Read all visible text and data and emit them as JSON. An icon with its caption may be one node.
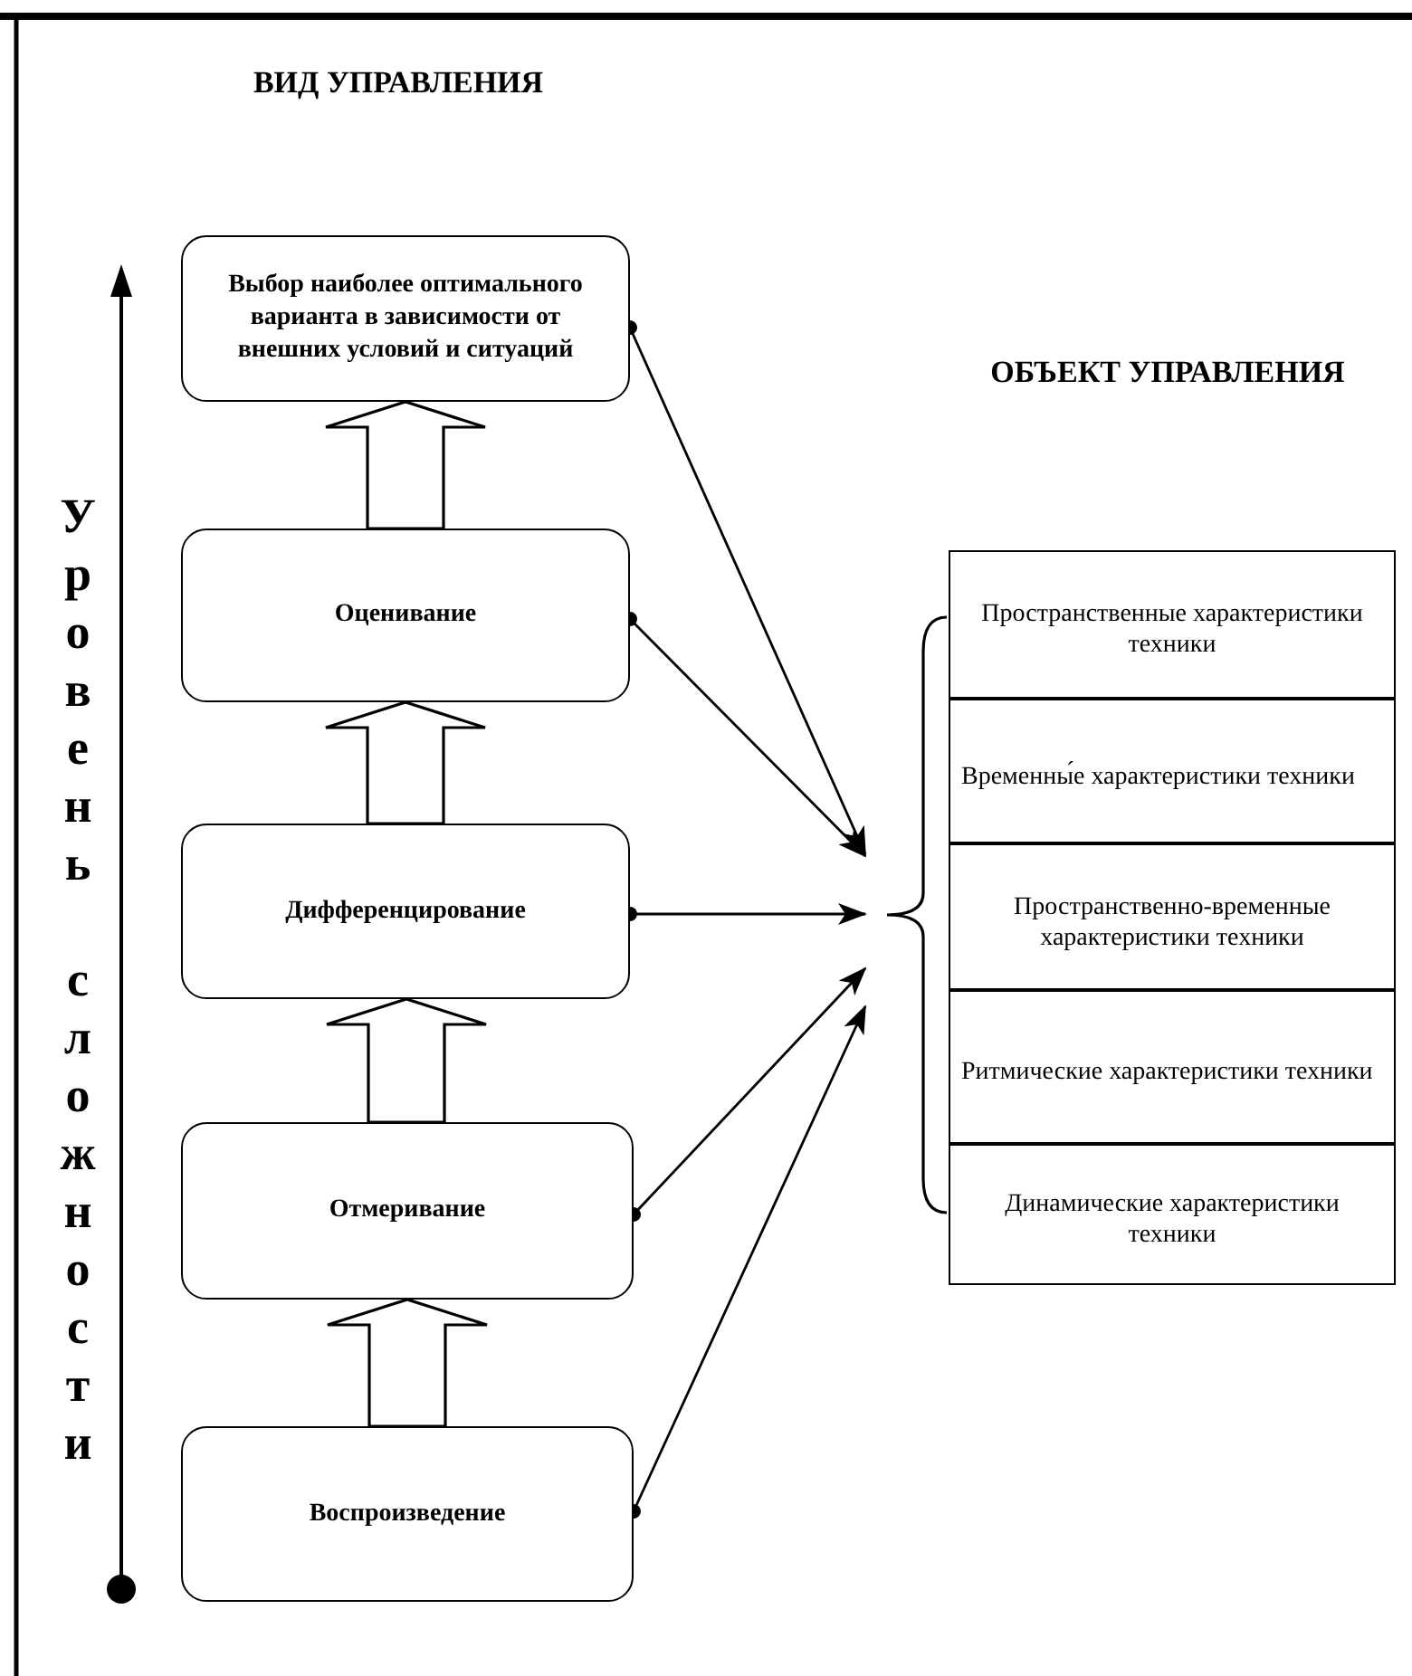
{
  "diagram": {
    "nodes": [
      {
        "text": [
          "Выбор наиболее оптимального варианта в зависимости от внешних условий и ситуаций"
        ]
      },
      {
        "text": [
          "Оценивание"
        ]
      },
      {
        "text": [
          "Дифференцирование"
        ]
      },
      {
        "text": [
          "Отмеривание"
        ]
      },
      {
        "text": [
          "Воспроизведение"
        ]
      },
      {
        "text": [],
        "shape": "brace"
      },
      {
        "text": [
          "Пространственные характеристики техники"
        ]
      },
      {
        "text": [
          "Временны́е характеристики техники"
        ]
      },
      {
        "text": [
          "Пространственно-временные характеристики техники"
        ]
      },
      {
        "text": [
          "Ритмические характеристики техники"
        ]
      },
      {
        "text": [
          "Динамические характеристики техники"
        ]
      }
    ],
    "edges": [
      {
        "from": 4,
        "to": 3,
        "arrow": "to",
        "style": "thick"
      },
      {
        "from": 3,
        "to": 2,
        "arrow": "to",
        "style": "thick"
      },
      {
        "from": 2,
        "to": 1,
        "arrow": "to",
        "style": "thick"
      },
      {
        "from": 1,
        "to": 0,
        "arrow": "to",
        "style": "thick"
      },
      {
        "from": 0,
        "to": 5,
        "arrow": "to"
      },
      {
        "from": 1,
        "to": 5,
        "arrow": "to"
      },
      {
        "from": 2,
        "to": 5,
        "arrow": "to"
      },
      {
        "from": 3,
        "to": 5,
        "arrow": "to"
      },
      {
        "from": 4,
        "to": 5,
        "arrow": "to"
      }
    ],
    "labels": [
      "ВИД УПРАВЛЕНИЯ",
      "ОБЪЕКТ УПРАВЛЕНИЯ",
      "Уровень сложности"
    ]
  }
}
